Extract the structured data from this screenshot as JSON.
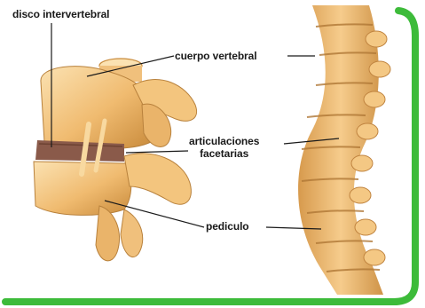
{
  "labels": {
    "disco": "disco intervertebral",
    "cuerpo": "cuerpo vertebral",
    "articulaciones_line1": "articulaciones",
    "articulaciones_line2": "facetarias",
    "pediculo": "pediculo"
  },
  "colors": {
    "frame_green": "#3dbb3a",
    "bone": "#f2c07a",
    "bone_shadow": "#c98b3c",
    "bone_highlight": "#fbe2b2",
    "disc": "#8a5a4a",
    "line": "#1a1a1a"
  }
}
